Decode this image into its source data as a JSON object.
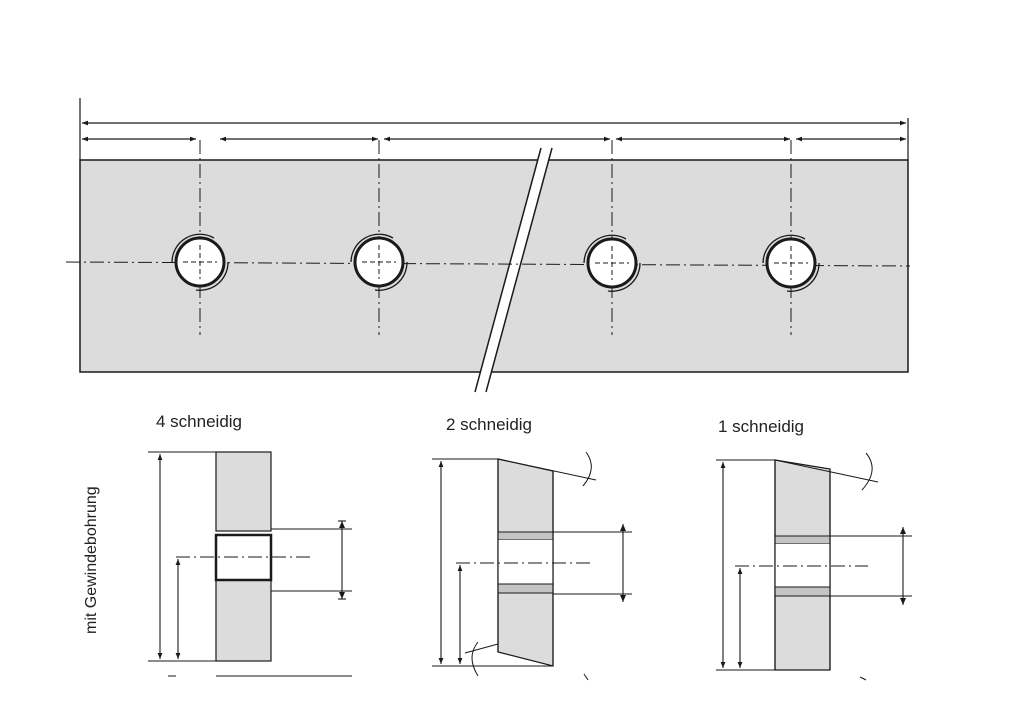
{
  "colors": {
    "fill": "#dcdcdc",
    "stroke": "#1a1a1a",
    "background": "#ffffff"
  },
  "labels": {
    "variant_4": "4 schneidig",
    "variant_2": "2 schneidig",
    "variant_1": "1 schneidig",
    "row_label": "mit Gewindebohrung"
  }
}
